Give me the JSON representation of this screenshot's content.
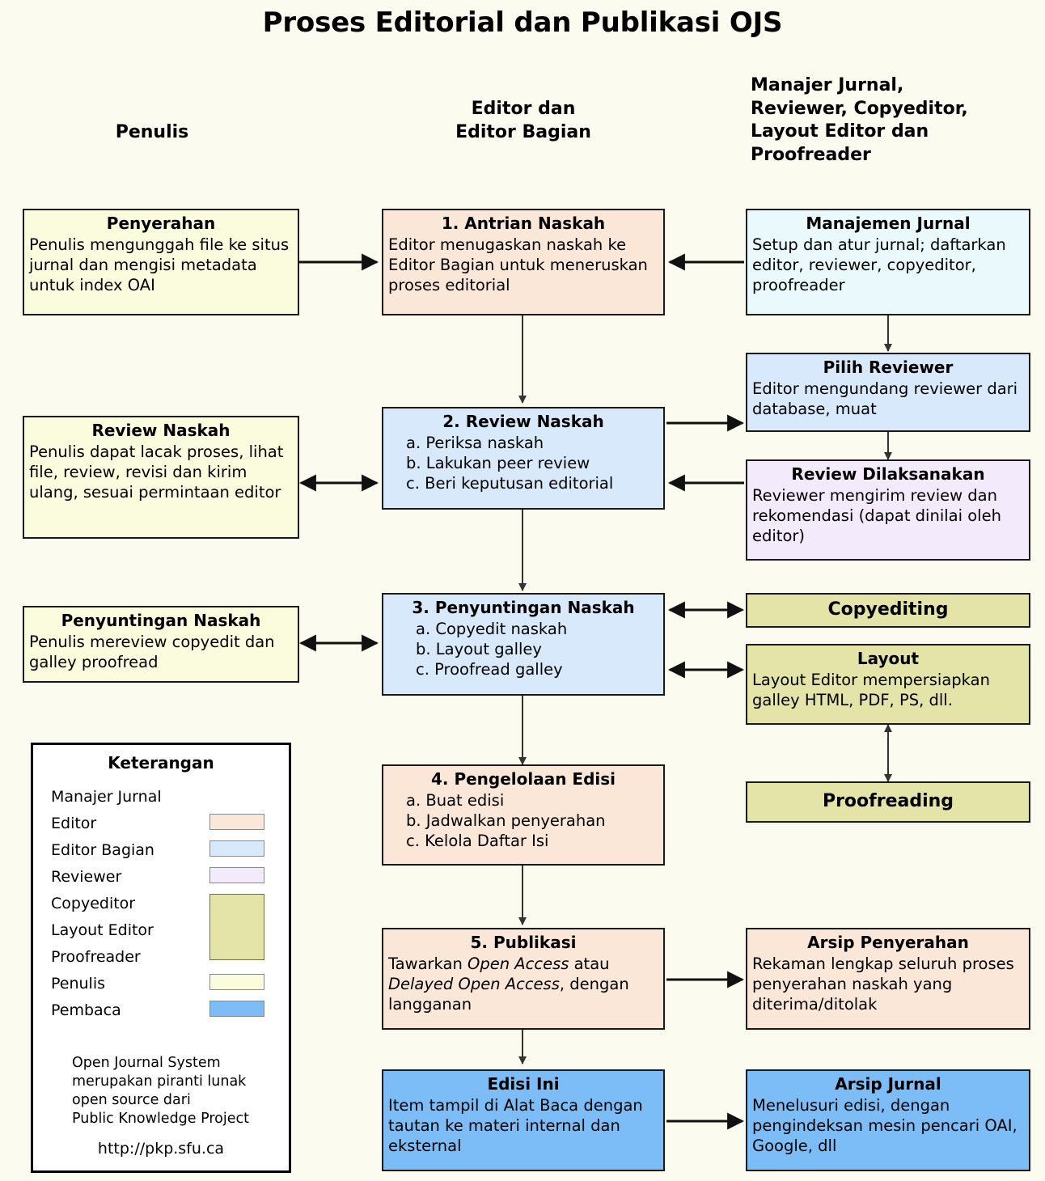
{
  "title": "Proses Editorial dan Publikasi OJS",
  "columns": [
    {
      "id": "penulis",
      "label": "Penulis"
    },
    {
      "id": "editor",
      "label": "Editor dan\nEditor Bagian"
    },
    {
      "id": "lainnya",
      "label": "Manajer Jurnal,\nReviewer, Copyeditor,\nLayout Editor dan\nProofreader"
    }
  ],
  "nodes": {
    "penyerahan": {
      "title": "Penyerahan",
      "body": "Penulis mengunggah file ke situs jurnal dan mengisi metadata untuk index OAI",
      "role": "Penulis"
    },
    "antrian": {
      "title": "1. Antrian Naskah",
      "body": "Editor menugaskan naskah ke Editor Bagian untuk meneruskan proses editorial",
      "role": "Editor"
    },
    "manajemen": {
      "title": "Manajemen Jurnal",
      "body": "Setup dan atur jurnal; daftarkan editor, reviewer, copyeditor, proofreader",
      "role": "Manajer Jurnal"
    },
    "review_naskah_penulis": {
      "title": "Review Naskah",
      "body": "Penulis dapat lacak proses, lihat file, review, revisi dan kirim ulang, sesuai permintaan editor",
      "role": "Penulis"
    },
    "review_naskah": {
      "title": "2. Review Naskah",
      "items": [
        "a. Periksa naskah",
        "b. Lakukan peer review",
        "c. Beri keputusan editorial"
      ],
      "role": "Editor Bagian"
    },
    "pilih_reviewer": {
      "title": "Pilih Reviewer",
      "body": "Editor mengundang reviewer dari database, muat",
      "role": "Editor Bagian"
    },
    "review_dilaksanakan": {
      "title": "Review Dilaksanakan",
      "body": "Reviewer mengirim review dan rekomendasi (dapat dinilai oleh editor)",
      "role": "Reviewer"
    },
    "penyuntingan_penulis": {
      "title": "Penyuntingan Naskah",
      "body": "Penulis mereview copyedit dan galley proofread",
      "role": "Penulis"
    },
    "penyuntingan": {
      "title": "3. Penyuntingan Naskah",
      "items": [
        "a. Copyedit naskah",
        "b. Layout galley",
        "c. Proofread galley"
      ],
      "role": "Editor Bagian"
    },
    "copyediting": {
      "title": "Copyediting",
      "role": "Copyeditor"
    },
    "layout": {
      "title": "Layout",
      "body": "Layout Editor mempersiapkan galley HTML, PDF, PS, dll.",
      "role": "Layout Editor"
    },
    "proofreading": {
      "title": "Proofreading",
      "role": "Proofreader"
    },
    "pengelolaan": {
      "title": "4. Pengelolaan Edisi",
      "items": [
        "a. Buat edisi",
        "b. Jadwalkan penyerahan",
        "c. Kelola Daftar Isi"
      ],
      "role": "Editor"
    },
    "publikasi": {
      "title": "5. Publikasi",
      "body_html": "Tawarkan <em>Open Access</em> atau <em>Delayed Open Access</em>, dengan langganan",
      "role": "Editor"
    },
    "arsip_penyerahan": {
      "title": "Arsip Penyerahan",
      "body": "Rekaman lengkap seluruh proses penyerahan naskah yang diterima/ditolak",
      "role": "Editor"
    },
    "edisi_ini": {
      "title": "Edisi Ini",
      "body": "Item tampil di Alat Baca dengan tautan ke materi internal dan eksternal",
      "role": "Pembaca"
    },
    "arsip_jurnal": {
      "title": "Arsip Jurnal",
      "body": "Menelusuri edisi, dengan pengindeksan mesin pencari OAI, Google, dll",
      "role": "Pembaca"
    }
  },
  "legend": {
    "title": "Keterangan",
    "entries": [
      {
        "label": "Manajer Jurnal",
        "color": null
      },
      {
        "label": "Editor",
        "color": "#fbe7d8"
      },
      {
        "label": "Editor Bagian",
        "color": "#d7e9fa"
      },
      {
        "label": "Reviewer",
        "color": "#f3eafc"
      },
      {
        "label": "Copyeditor",
        "color": "#e4e4a8"
      },
      {
        "label": "Layout Editor",
        "color": null
      },
      {
        "label": "Proofreader",
        "color": null
      },
      {
        "label": "Penulis",
        "color": "#fbfbdd"
      },
      {
        "label": "Pembaca",
        "color": "#7cbdf7"
      }
    ],
    "note": "Open Journal System\nmerupakan piranti lunak\nopen source dari\nPublic Knowledge Project",
    "url": "http://pkp.sfu.ca"
  },
  "colors": {
    "background": "#fbfbef",
    "penulis": "#fbfbdd",
    "editor": "#fbe7d8",
    "editor_bagian": "#d7e9fa",
    "manajer_jurnal": "#eafafc",
    "reviewer": "#f3eafc",
    "copyeditor": "#e4e4a8",
    "pembaca": "#7cbdf7",
    "border": "#1a1a1a"
  }
}
